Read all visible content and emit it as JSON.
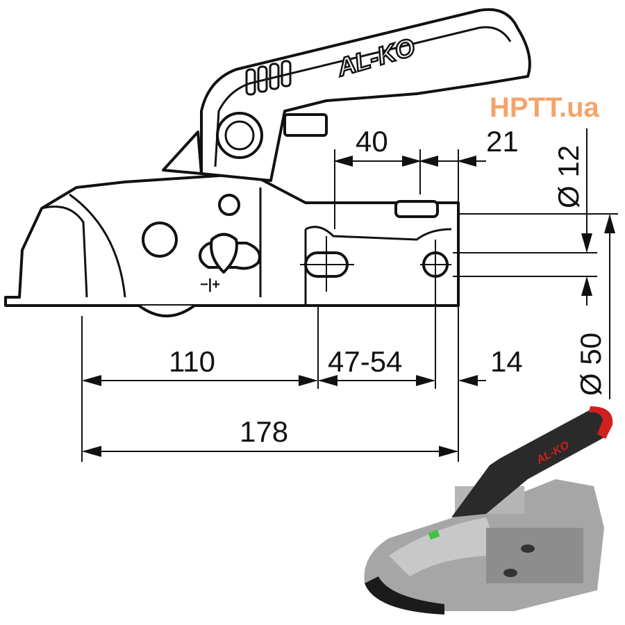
{
  "drawing": {
    "brand_logo": "AL-KO",
    "adjust_indicator": "−|+",
    "dimensions": {
      "top_width": "40",
      "top_offset": "21",
      "bolt_diameter": "Ø 12",
      "ball_diameter": "Ø 50",
      "front_length": "110",
      "hole_spacing": "47-54",
      "rear_offset": "14",
      "total_length": "178"
    }
  },
  "photo": {
    "brand_logo": "AL-KO",
    "colors": {
      "body": "#9a9a9a",
      "handle": "#2a2a2a",
      "accent": "#d0201e",
      "indicator": "#3fc23f"
    }
  },
  "watermark": {
    "text": "HPTT.ua",
    "color": "#f5a36a"
  }
}
